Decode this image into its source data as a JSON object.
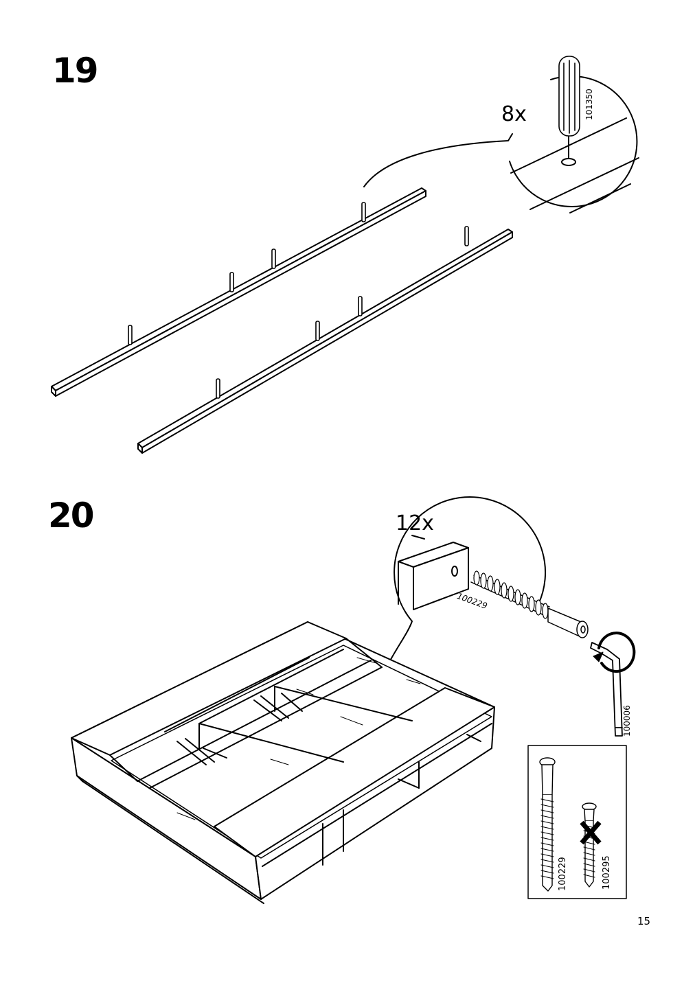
{
  "page": {
    "number": "15"
  },
  "steps": [
    {
      "number": "19",
      "quantity": "8x",
      "part_number": "101350"
    },
    {
      "number": "20",
      "quantity": "12x",
      "part_numbers": {
        "bolt": "100229",
        "hex_key": "100006"
      }
    }
  ],
  "screw_comparison": {
    "correct_part": "100229",
    "incorrect_part": "100295"
  },
  "icons": [
    "dowel-icon",
    "bolt-icon",
    "hex-key-icon",
    "rotate-arrow-icon",
    "cross-mark-icon"
  ]
}
